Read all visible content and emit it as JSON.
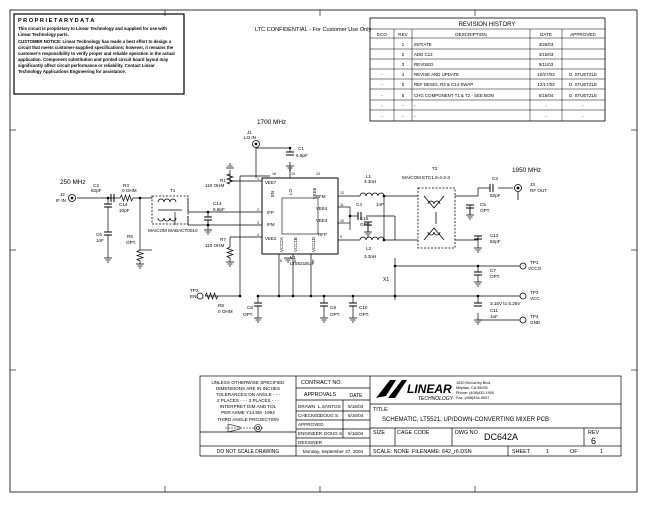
{
  "proprietary": {
    "heading": "P R O P R I E T A R Y   D A T A",
    "lines": [
      "This circuit is proprietary to Linear Technology and supplied for use with",
      "Linear Technology parts.",
      "CUSTOMER NOTICE: Linear Technology has made a best effort to design a",
      "circuit that meets customer-supplied specifications; however, it remains the",
      "customer's responsibility to verify proper and reliable operation in the actual",
      "application.  Component substitution and printed circuit board layout may",
      "significantly affect circuit performance or reliability.  Contact Linear",
      "Technology Applications Engineering for assistance."
    ]
  },
  "confidential": "LTC CONFIDENTIAL - For Customer Use Only",
  "revision_history": {
    "title": "REVISION HISTORY",
    "headers": [
      "ECO",
      "REV",
      "DESCRIPTION",
      "DATE",
      "APPROVED"
    ],
    "rows": [
      [
        "",
        "1",
        "INITIATE",
        "3/25/03",
        ""
      ],
      [
        "",
        "2",
        "ADD C12",
        "4/15/03",
        ""
      ],
      [
        "",
        "3",
        "REVISED",
        "9/11/03",
        ""
      ],
      [
        "-",
        "4",
        "REVISE AND UPDATE",
        "10/27/03",
        "D. STUETZLE"
      ],
      [
        "-",
        "5",
        "REF DESIG, R3 & C14 SWAP",
        "12/17/03",
        "D. STUETZLE"
      ],
      [
        "-",
        "6",
        "CHG COMPONENT T1 & T2 - SEE BOM",
        "6/16/04",
        "D. STUETZLE"
      ],
      [
        "-",
        "-",
        "-",
        "-",
        "-"
      ],
      [
        "-",
        "-",
        "-",
        "-",
        "-"
      ]
    ]
  },
  "schematic": {
    "lo_freq": "1700 MHz",
    "if_freq": "250 MHz",
    "rf_freq": "1950 MHz",
    "j1": "J1",
    "j1_name": "LO IN",
    "j2": "J2",
    "j2_name": "IF IN",
    "j3": "J3",
    "j3_name": "RF OUT",
    "c1": "C1",
    "c1_val": "6.8pF",
    "c2": "C2",
    "c2_val": "82pF",
    "r3": "R3",
    "r3_val": "0 OHM",
    "c14": "C14",
    "c14_val": "10pF",
    "t1": "T1",
    "t1_part": "MA/COM MABACT0010",
    "c6": "C6",
    "c6_val": "1nF",
    "r5": "R5",
    "r5_val": "OPT.",
    "r1": "R1",
    "r1_val": "110 OHM",
    "c13": "C13",
    "c13_val": "6.8pF",
    "r7": "R7",
    "r7_val": "110 OHM",
    "ic_pins_left": [
      "VEE7",
      "IFP",
      "IFM",
      "VEE2"
    ],
    "ic_pins_top": [
      "EN",
      "LO",
      "VEE6"
    ],
    "ic_pins_right": [
      "RFM",
      "VEE4",
      "VEE3",
      "RFP"
    ],
    "ic_pins_bottom": [
      "VCC2A",
      "VCC1B",
      "VCC1D"
    ],
    "u1": "U1",
    "u1_part": "LT5521EUF",
    "l1": "L1",
    "l1_val": "3.3nH",
    "l2": "L2",
    "l2_val": "3.3nH",
    "c4": "C4",
    "c4_val": "1nF",
    "c15": "C15",
    "c15_val": "OPT.",
    "t2": "T2",
    "t2_part": "MA/COM ETC1.6-4-2-3",
    "c3": "C3",
    "c3_val": "82pF",
    "c5": "C5",
    "c5_val": "OPT.",
    "c12": "C12",
    "c12_val": "82pF",
    "tp1": "TP1",
    "tp1_name": "VCCO",
    "c7": "C7",
    "c7_val": "OPT.",
    "x1": "X1",
    "tp2": "TP2",
    "tp2_name": "EN",
    "r8": "R8",
    "r8_val": "0 OHM",
    "c8": "C8",
    "c8_val": "OPT.",
    "c9": "C9",
    "c9_val": "OPT.",
    "c10": "C10",
    "c10_val": "OPT.",
    "tp3": "TP3",
    "tp3_name": "VCC",
    "tp3_range": "3.15V to 5.25V",
    "c11": "C11",
    "c11_val": "1uF",
    "tp4": "TP4",
    "tp4_name": "GND",
    "pin_numbers": [
      "1",
      "2",
      "3",
      "4",
      "5",
      "6",
      "7",
      "8",
      "9",
      "10",
      "11",
      "12",
      "13",
      "14",
      "15",
      "16"
    ]
  },
  "title_block": {
    "tolerance": [
      "UNLESS OTHERWISE SPECIFIED",
      "DIMENSIONS ARE IN INCHES",
      "TOLERANCES ON ANGLE - - -",
      "2 PLACES - - -  3 PLACES - - -",
      "INTERPRET DIM AND TOL",
      "PER ASME Y14.5M -1994"
    ],
    "projection": "THIRD ANGLE PROJECTION",
    "no_scale": "DO NOT SCALE DRAWING",
    "contract": "CONTRACT NO.",
    "approvals": "APPROVALS",
    "date_header": "DATE",
    "drawn_label": "DRAWN",
    "drawn_name": "L.SANTOS",
    "drawn_date": "6/16/04",
    "checked_label": "CHECKED",
    "checked_name": "DOUG S.",
    "checked_date": "6/16/04",
    "approved_label": "APPROVED",
    "engineer_label": "ENGINEER",
    "engineer_name": "DOUG S.",
    "engineer_date": "6/16/04",
    "designer_label": "DESIGNER",
    "print_date": "Monday, September 27, 2004",
    "company": "LINEAR",
    "company_sub": "TECHNOLOGY",
    "address": [
      "1630 McCarthy Blvd.",
      "Milpitas, CA 95035",
      "Phone: (408)432-1900",
      "Fax: (408)434-0507"
    ],
    "title_label": "TITLE",
    "title": "SCHEMATIC, LT5521, UP/DOWN-CONVERTING MIXER PCB",
    "size_label": "SIZE",
    "cage_label": "CAGE CODE",
    "dwg_label": "DWG NO",
    "dwg_no": "DC642A",
    "rev_label": "REV",
    "rev": "6",
    "scale": "SCALE: NONE",
    "filename": "FILENAME: 642_r6.DSN",
    "sheet_label": "SHEET",
    "sheet": "1",
    "of_label": "OF",
    "sheets": "1"
  }
}
